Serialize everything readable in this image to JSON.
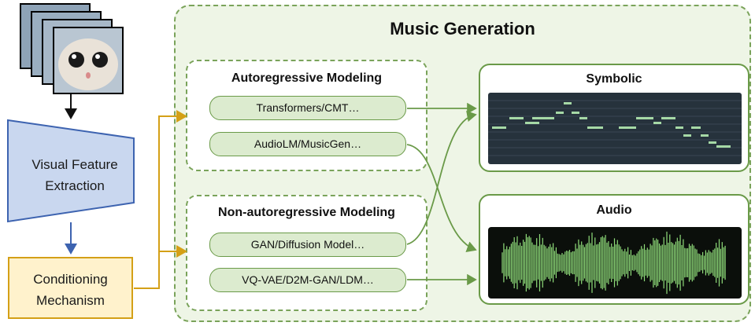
{
  "diagram": {
    "title": "Music Generation",
    "left_pipeline": {
      "feature_extractor_line1": "Visual Feature",
      "feature_extractor_line2": "Extraction",
      "conditioning_line1": "Conditioning",
      "conditioning_line2": "Mechanism"
    },
    "autoregressive": {
      "title": "Autoregressive Modeling",
      "models": [
        "Transformers/CMT…",
        "AudioLM/MusicGen…"
      ]
    },
    "non_autoregressive": {
      "title": "Non-autoregressive Modeling",
      "models": [
        "GAN/Diffusion Model…",
        "VQ-VAE/D2M-GAN/LDM…"
      ]
    },
    "outputs": {
      "symbolic": "Symbolic",
      "audio": "Audio"
    },
    "colors": {
      "green_border": "#6a9a48",
      "green_fill": "#dcebcf",
      "region_fill": "#eef5e6",
      "trapezoid_fill": "#c9d7ef",
      "trapezoid_border": "#3d63b0",
      "conditioning_fill": "#fff2cc",
      "conditioning_border": "#d4a017",
      "piano_note": "#a6d9a6",
      "wave": "#8fdc7a"
    }
  }
}
